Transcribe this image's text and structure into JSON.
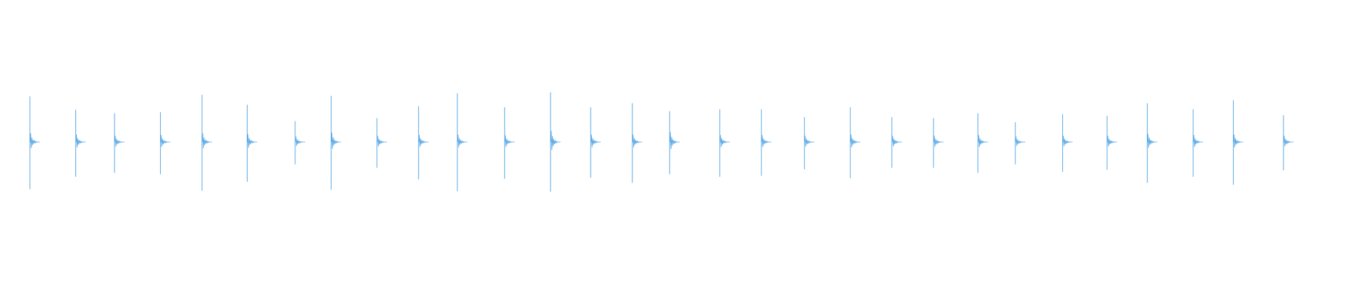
{
  "waveform": {
    "color": "#5aa9e6",
    "baseline_visible": false,
    "peaks": [
      {
        "top": 0.92,
        "bottom": 0.95,
        "tail": 0.35
      },
      {
        "top": 0.65,
        "bottom": 0.7,
        "tail": 0.3
      },
      {
        "top": 0.58,
        "bottom": 0.62,
        "tail": 0.25
      },
      {
        "top": 0.6,
        "bottom": 0.65,
        "tail": 0.28
      },
      {
        "top": 0.95,
        "bottom": 0.98,
        "tail": 0.35
      },
      {
        "top": 0.75,
        "bottom": 0.8,
        "tail": 0.32
      },
      {
        "top": 0.42,
        "bottom": 0.45,
        "tail": 0.22
      },
      {
        "top": 0.93,
        "bottom": 0.96,
        "tail": 0.38
      },
      {
        "top": 0.48,
        "bottom": 0.52,
        "tail": 0.25
      },
      {
        "top": 0.72,
        "bottom": 0.75,
        "tail": 0.28
      },
      {
        "top": 0.98,
        "bottom": 0.99,
        "tail": 0.3
      },
      {
        "top": 0.7,
        "bottom": 0.74,
        "tail": 0.27
      },
      {
        "top": 1.0,
        "bottom": 1.0,
        "tail": 0.45
      },
      {
        "top": 0.7,
        "bottom": 0.72,
        "tail": 0.3
      },
      {
        "top": 0.78,
        "bottom": 0.82,
        "tail": 0.3
      },
      {
        "top": 0.62,
        "bottom": 0.65,
        "tail": 0.4
      },
      {
        "top": 0.66,
        "bottom": 0.7,
        "tail": 0.28
      },
      {
        "top": 0.66,
        "bottom": 0.68,
        "tail": 0.28
      },
      {
        "top": 0.5,
        "bottom": 0.55,
        "tail": 0.25
      },
      {
        "top": 0.7,
        "bottom": 0.73,
        "tail": 0.3
      },
      {
        "top": 0.5,
        "bottom": 0.52,
        "tail": 0.25
      },
      {
        "top": 0.48,
        "bottom": 0.52,
        "tail": 0.26
      },
      {
        "top": 0.58,
        "bottom": 0.62,
        "tail": 0.28
      },
      {
        "top": 0.4,
        "bottom": 0.45,
        "tail": 0.22
      },
      {
        "top": 0.56,
        "bottom": 0.6,
        "tail": 0.25
      },
      {
        "top": 0.53,
        "bottom": 0.56,
        "tail": 0.25
      },
      {
        "top": 0.78,
        "bottom": 0.82,
        "tail": 0.32
      },
      {
        "top": 0.66,
        "bottom": 0.7,
        "tail": 0.28
      },
      {
        "top": 0.84,
        "bottom": 0.86,
        "tail": 0.3
      },
      {
        "top": 0.54,
        "bottom": 0.57,
        "tail": 0.25
      }
    ]
  }
}
